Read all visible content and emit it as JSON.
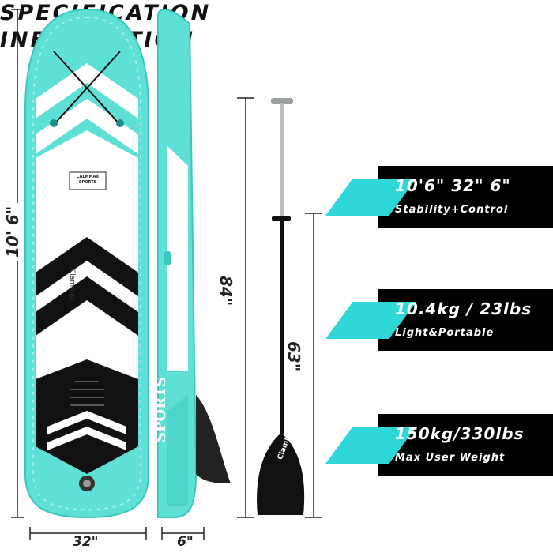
{
  "title": {
    "line1": "SPECIFICATION",
    "line2": "INFORMATION"
  },
  "specs": [
    {
      "main": "10'6\"  32\"  6\"",
      "sub": "Stability+Control"
    },
    {
      "main": "10.4kg / 23lbs",
      "sub": "Light&Portable"
    },
    {
      "main": "150kg/330lbs",
      "sub": "Max User Weight"
    }
  ],
  "dimensions": {
    "board_length": "10' 6\"",
    "board_width": "32\"",
    "board_thickness": "6\"",
    "paddle_max": "84\"",
    "paddle_min": "63\""
  },
  "board_text": {
    "logo": "CALMMAX SPORTS",
    "side": "SPORTS",
    "deck": "ClamMax"
  },
  "paddle_text": "ClamMax",
  "colors": {
    "teal": "#2fd8d8",
    "board_teal": "#5fe0d6",
    "black": "#000000"
  }
}
